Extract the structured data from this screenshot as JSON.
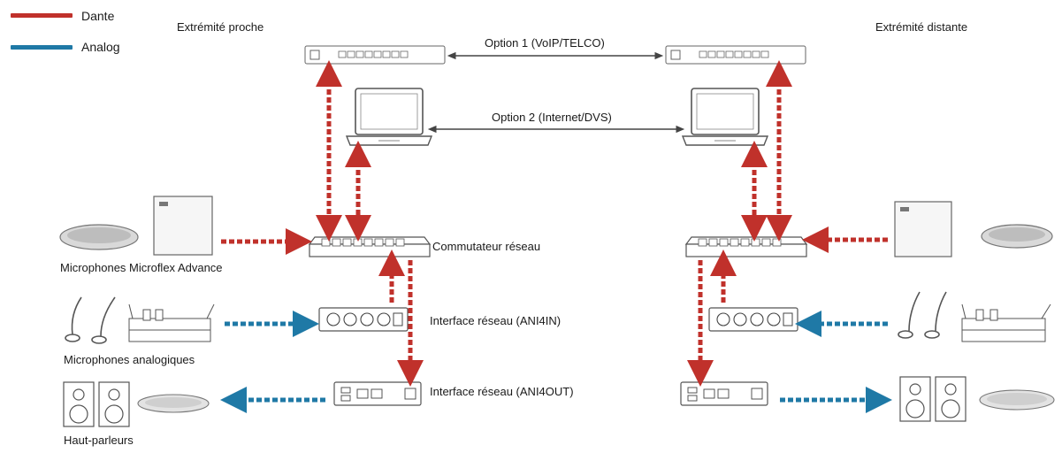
{
  "legend": [
    {
      "label": "Dante",
      "color": "#c0312b"
    },
    {
      "label": "Analog",
      "color": "#1f79a6"
    }
  ],
  "headings": {
    "near": "Extrémité proche",
    "far": "Extrémité distante"
  },
  "options": {
    "opt1": "Option 1 (VoIP/TELCO)",
    "opt2": "Option 2 (Internet/DVS)"
  },
  "labels": {
    "switch": "Commutateur réseau",
    "ani4in": "Interface réseau (ANI4IN)",
    "ani4out": "Interface réseau (ANI4OUT)",
    "mx_mics": "Microphones Microflex Advance",
    "analog_mics": "Microphones analogiques",
    "speakers": "Haut-parleurs"
  },
  "colors": {
    "dante": "#c0312b",
    "analog": "#1f79a6",
    "device": "#555555",
    "connector": "#555555"
  }
}
